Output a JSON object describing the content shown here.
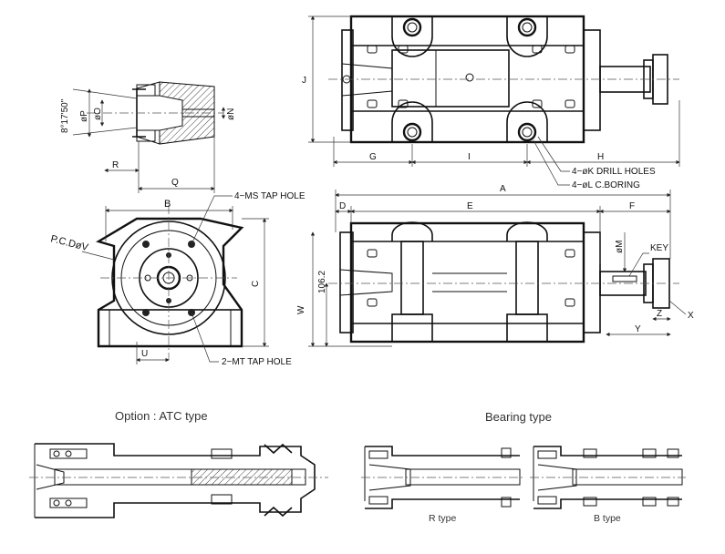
{
  "top_view": {
    "labels": {
      "j": "J",
      "g": "G",
      "i": "I",
      "h": "H"
    },
    "callouts": {
      "k": "4−øK DRILL HOLES",
      "l": "4−øL C.BORING"
    }
  },
  "taper_detail": {
    "labels": {
      "angle": "8°17'50\"",
      "p": "øP",
      "o": "øO",
      "n": "øN",
      "r": "R",
      "q": "Q"
    }
  },
  "front_view": {
    "labels": {
      "b": "B",
      "c": "C",
      "u": "U",
      "pcd": "P.C.DøV"
    },
    "callouts": {
      "ms": "4−MS TAP HOLE",
      "mt": "2−MT TAP HOLE"
    }
  },
  "side_view": {
    "labels": {
      "a": "A",
      "d": "D",
      "e": "E",
      "f": "F",
      "w": "W",
      "h106": "106.2",
      "m": "øM",
      "key": "KEY",
      "z": "Z",
      "y": "Y",
      "x": "X"
    }
  },
  "options": {
    "atc_caption": "Option : ATC type",
    "bearing_caption": "Bearing type",
    "r_type": "R type",
    "b_type": "B type"
  }
}
